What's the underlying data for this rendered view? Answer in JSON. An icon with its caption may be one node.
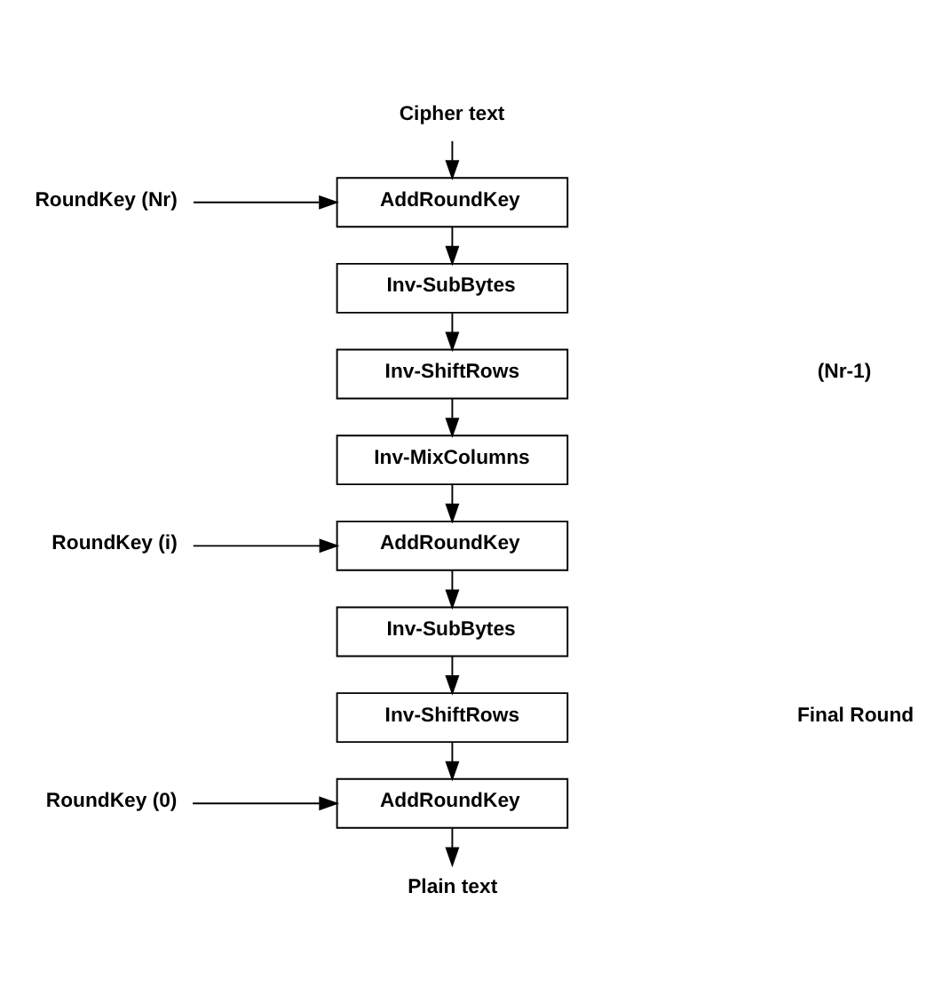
{
  "diagram": {
    "nodes": [
      {
        "text": [
          "Cipher text"
        ]
      },
      {
        "text": [
          "AddRoundKey"
        ]
      },
      {
        "text": [
          "RoundKey (Nr)"
        ]
      },
      {
        "text": [
          "Inv-SubBytes"
        ]
      },
      {
        "text": [
          "Inv-ShiftRows"
        ]
      },
      {
        "text": [
          "Inv-MixColumns"
        ]
      },
      {
        "text": [
          "RoundKey (i)"
        ]
      },
      {
        "text": [
          "AddRoundKey"
        ]
      },
      {
        "text": [
          "Inv-SubBytes"
        ]
      },
      {
        "text": [
          "Inv-ShiftRows"
        ]
      },
      {
        "text": [
          "RoundKey (0)"
        ]
      },
      {
        "text": [
          "AddRoundKey"
        ]
      },
      {
        "text": [
          "Plain text"
        ]
      }
    ],
    "edges": [
      {
        "from": 0,
        "to": 1,
        "arrow": "to"
      },
      {
        "from": 2,
        "to": 1,
        "arrow": "to"
      },
      {
        "from": 1,
        "to": 3,
        "arrow": "to"
      },
      {
        "from": 3,
        "to": 4,
        "arrow": "to"
      },
      {
        "from": 4,
        "to": 5,
        "arrow": "to"
      },
      {
        "from": 5,
        "to": 7,
        "arrow": "to"
      },
      {
        "from": 6,
        "to": 7,
        "arrow": "to"
      },
      {
        "from": 7,
        "to": 8,
        "arrow": "to"
      },
      {
        "from": 8,
        "to": 9,
        "arrow": "to"
      },
      {
        "from": 9,
        "to": 11,
        "arrow": "to"
      },
      {
        "from": 10,
        "to": 11,
        "arrow": "to"
      },
      {
        "from": 11,
        "to": 12,
        "arrow": "to"
      }
    ],
    "labels": [
      "(Nr-1)",
      "Final Round"
    ]
  }
}
